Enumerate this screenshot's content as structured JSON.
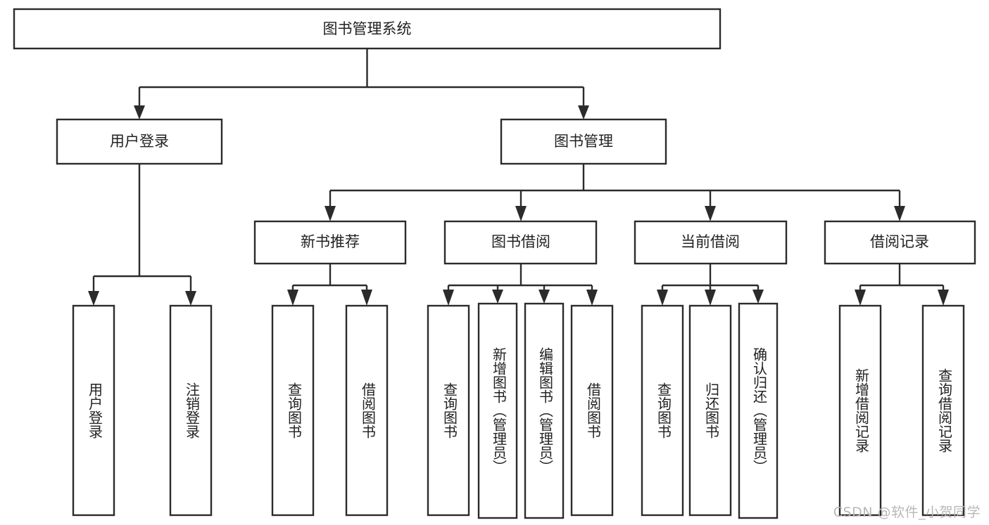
{
  "diagram": {
    "type": "tree",
    "title": "图书管理系统",
    "watermark": "CSDN @软件_小贺同学",
    "colors": {
      "stroke": "#2b2b2b",
      "fill": "#ffffff",
      "text": "#222222",
      "watermark": "#b8b8b8",
      "background": "#ffffff"
    },
    "levels": {
      "root": {
        "label": "图书管理系统"
      },
      "level2": [
        {
          "label": "用户登录"
        },
        {
          "label": "图书管理"
        }
      ],
      "level3": [
        {
          "label": "新书推荐"
        },
        {
          "label": "图书借阅"
        },
        {
          "label": "当前借阅"
        },
        {
          "label": "借阅记录"
        }
      ]
    },
    "nodes": {
      "root": "图书管理系统",
      "user_login": "用户登录",
      "book_admin": "图书管理",
      "new_book_rec": "新书推荐",
      "book_borrow": "图书借阅",
      "current_borrow": "当前借阅",
      "borrow_record": "借阅记录",
      "leaf_user_login": "用户登录",
      "leaf_user_logout": "注销登录",
      "leaf_query_book_1": "查询图书",
      "leaf_borrow_book_1": "借阅图书",
      "leaf_query_book_2": "查询图书",
      "leaf_add_book": "新增图书（管理员）",
      "leaf_edit_book": "编辑图书（管理员）",
      "leaf_borrow_book_2": "借阅图书",
      "leaf_query_book_3": "查询图书",
      "leaf_return_book": "归还图书",
      "leaf_confirm_return": "确认归还（管理员）",
      "leaf_add_record": "新增借阅记录",
      "leaf_query_record": "查询借阅记录"
    },
    "tree_structure": [
      {
        "label": "图书管理系统",
        "children": [
          {
            "label": "用户登录",
            "children": [
              {
                "label": "用户登录",
                "children": []
              },
              {
                "label": "注销登录",
                "children": []
              }
            ]
          },
          {
            "label": "图书管理",
            "children": [
              {
                "label": "新书推荐",
                "children": [
                  {
                    "label": "查询图书",
                    "children": []
                  },
                  {
                    "label": "借阅图书",
                    "children": []
                  }
                ]
              },
              {
                "label": "图书借阅",
                "children": [
                  {
                    "label": "查询图书",
                    "children": []
                  },
                  {
                    "label": "新增图书（管理员）",
                    "children": []
                  },
                  {
                    "label": "编辑图书（管理员）",
                    "children": []
                  },
                  {
                    "label": "借阅图书",
                    "children": []
                  }
                ]
              },
              {
                "label": "当前借阅",
                "children": [
                  {
                    "label": "查询图书",
                    "children": []
                  },
                  {
                    "label": "归还图书",
                    "children": []
                  },
                  {
                    "label": "确认归还（管理员）",
                    "children": []
                  }
                ]
              },
              {
                "label": "借阅记录",
                "children": [
                  {
                    "label": "新增借阅记录",
                    "children": []
                  },
                  {
                    "label": "查询借阅记录",
                    "children": []
                  }
                ]
              }
            ]
          }
        ]
      }
    ]
  }
}
